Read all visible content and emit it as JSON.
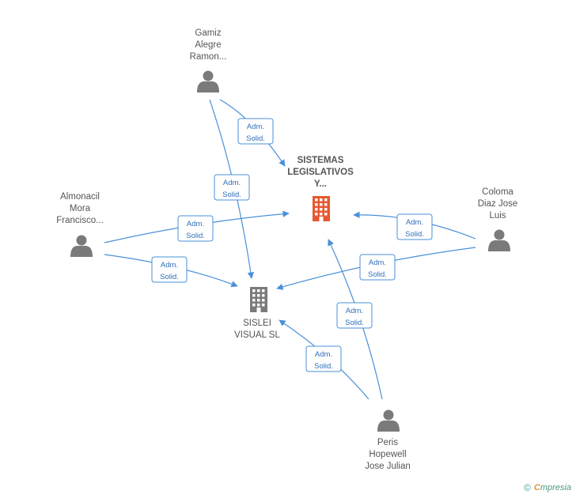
{
  "colors": {
    "edge": "#4a90d9",
    "main_company": "#e8572f",
    "company": "#7a7a7a",
    "person": "#7a7a7a"
  },
  "nodes": {
    "gamiz": {
      "lines": [
        "Gamiz",
        "Alegre",
        "Ramon..."
      ],
      "icon": "person-icon"
    },
    "almonacil": {
      "lines": [
        "Almonacil",
        "Mora",
        "Francisco..."
      ],
      "icon": "person-icon"
    },
    "coloma": {
      "lines": [
        "Coloma",
        "Diaz Jose",
        "Luis"
      ],
      "icon": "person-icon"
    },
    "peris": {
      "lines": [
        "Peris",
        "Hopewell",
        "Jose Julian"
      ],
      "icon": "person-icon"
    },
    "sistemas": {
      "lines": [
        "SISTEMAS",
        "LEGISLATIVOS",
        "Y..."
      ],
      "icon": "building-icon"
    },
    "sislei": {
      "lines": [
        "SISLEI",
        "VISUAL SL"
      ],
      "icon": "building-icon"
    }
  },
  "edges": [
    {
      "from": "gamiz",
      "to": "sistemas",
      "label": [
        "Adm.",
        "Solid."
      ]
    },
    {
      "from": "gamiz",
      "to": "sislei",
      "label": [
        "Adm.",
        "Solid."
      ]
    },
    {
      "from": "almonacil",
      "to": "sistemas",
      "label": [
        "Adm.",
        "Solid."
      ]
    },
    {
      "from": "almonacil",
      "to": "sislei",
      "label": [
        "Adm.",
        "Solid."
      ]
    },
    {
      "from": "coloma",
      "to": "sistemas",
      "label": [
        "Adm.",
        "Solid."
      ]
    },
    {
      "from": "coloma",
      "to": "sislei",
      "label": [
        "Adm.",
        "Solid."
      ]
    },
    {
      "from": "peris",
      "to": "sistemas",
      "label": [
        "Adm.",
        "Solid."
      ]
    },
    {
      "from": "peris",
      "to": "sislei",
      "label": [
        "Adm.",
        "Solid."
      ]
    }
  ],
  "footer": {
    "copyright": "©",
    "brand_first": "C",
    "brand_rest": "mpresia"
  }
}
